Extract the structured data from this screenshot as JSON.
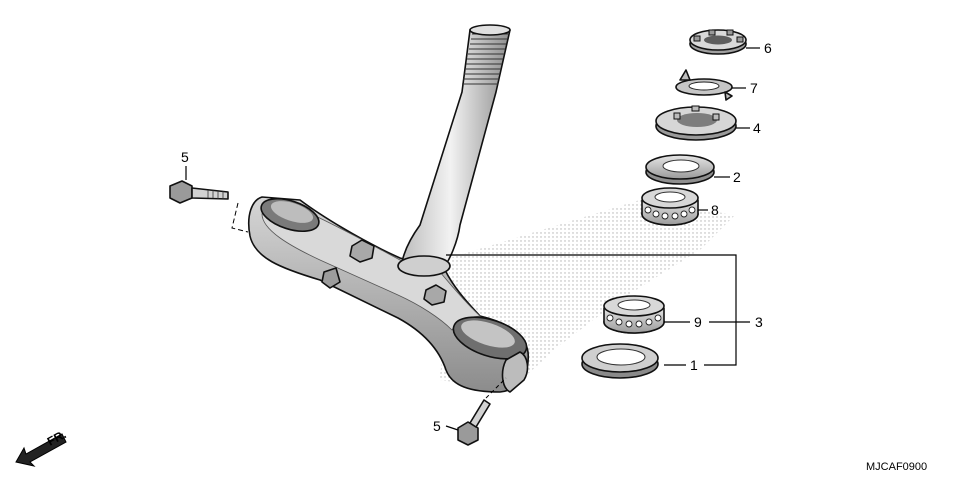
{
  "diagram": {
    "code": "MJCAF0900",
    "front_mark": "FR.",
    "callouts": {
      "c1": "1",
      "c2": "2",
      "c3": "3",
      "c4": "4",
      "c5a": "5",
      "c5b": "5",
      "c6": "6",
      "c7": "7",
      "c8": "8",
      "c9": "9"
    }
  },
  "colors": {
    "line": "#111111",
    "fill_dark": "#9a9a9a",
    "fill_mid": "#c8c8c8",
    "fill_light": "#e6e6e6",
    "stipple": "#b0b0b0"
  }
}
